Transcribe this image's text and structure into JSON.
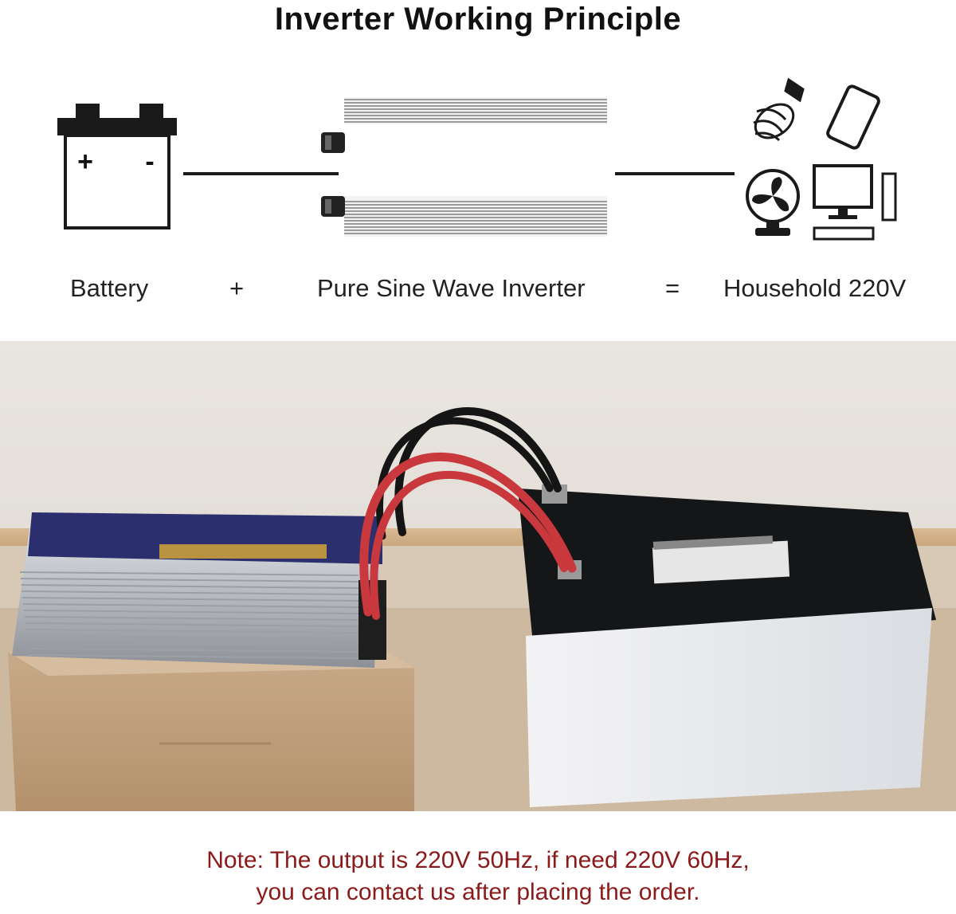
{
  "title": "Inverter Working Principle",
  "diagram": {
    "battery": {
      "plus_sign": "+",
      "minus_sign": "-"
    }
  },
  "equation": {
    "term1": "Battery",
    "op1": "+",
    "term2": "Pure Sine Wave Inverter",
    "op2": "=",
    "term3": "Household 220V"
  },
  "photo": {
    "description_icon": "battery-inverter-photo"
  },
  "note": {
    "line1": "Note: The output is 220V 50Hz, if need 220V 60Hz,",
    "line2": "you can contact us after placing the order."
  },
  "colors": {
    "note": "#8b1a1a",
    "outline": "#1a1a1a",
    "cable_red": "#c8383c",
    "cable_black": "#151515"
  }
}
